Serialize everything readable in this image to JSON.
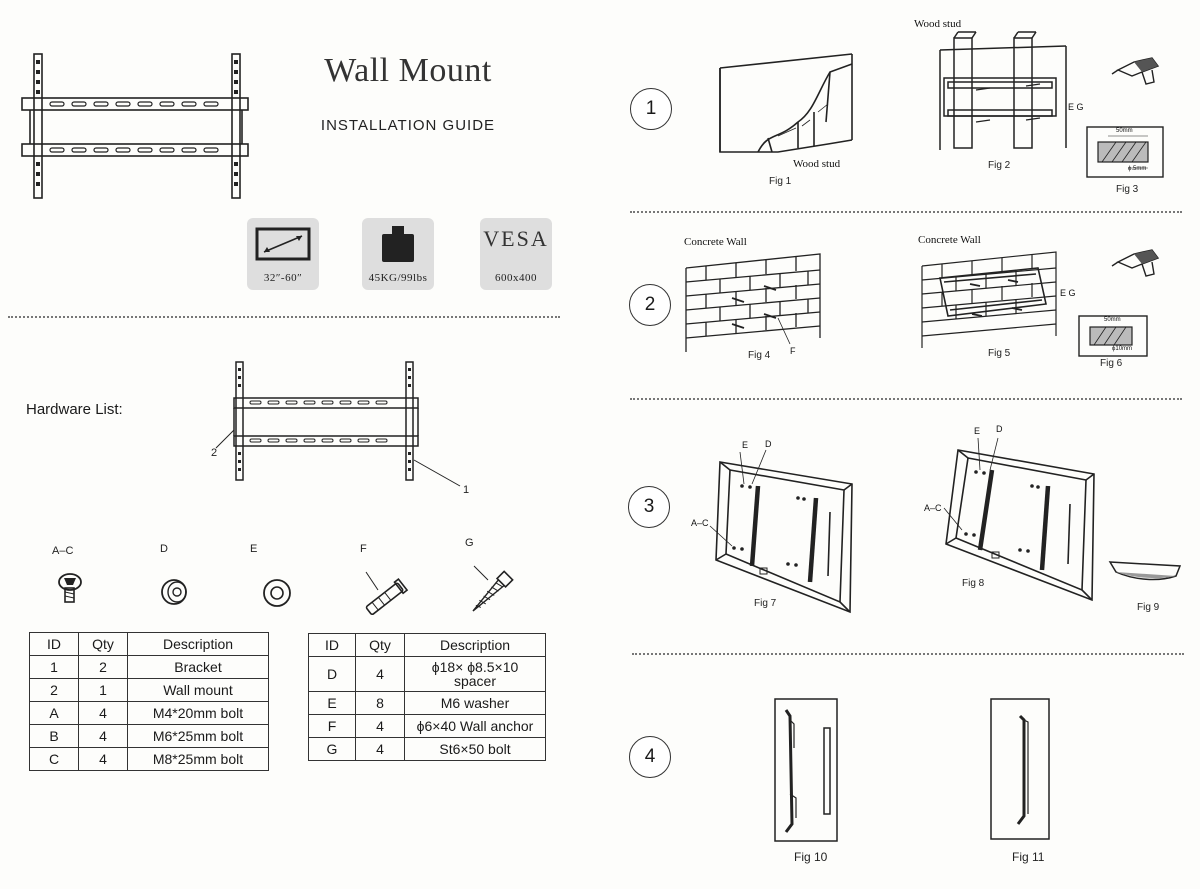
{
  "header": {
    "title": "Wall Mount",
    "subtitle": "INSTALLATION GUIDE"
  },
  "specs": {
    "size": "32″-60″",
    "load": "45KG/99lbs",
    "vesa_word": "VESA",
    "vesa_value": "600x400"
  },
  "hardware": {
    "title": "Hardware List:",
    "callouts": {
      "wall_mount": "2",
      "bracket": "1"
    },
    "parts": [
      {
        "id": "A–C"
      },
      {
        "id": "D"
      },
      {
        "id": "E"
      },
      {
        "id": "F"
      },
      {
        "id": "G"
      }
    ],
    "table1": {
      "headers": [
        "ID",
        "Qty",
        "Description"
      ],
      "rows": [
        {
          "id": "1",
          "qty": "2",
          "desc": "Bracket"
        },
        {
          "id": "2",
          "qty": "1",
          "desc": "Wall mount"
        },
        {
          "id": "A",
          "qty": "4",
          "desc": "M4*20mm bolt"
        },
        {
          "id": "B",
          "qty": "4",
          "desc": "M6*25mm bolt"
        },
        {
          "id": "C",
          "qty": "4",
          "desc": "M8*25mm bolt"
        }
      ]
    },
    "table2": {
      "headers": [
        "ID",
        "Qty",
        "Description"
      ],
      "rows": [
        {
          "id": "D",
          "qty": "4",
          "desc": "ϕ18× ϕ8.5×10 spacer"
        },
        {
          "id": "E",
          "qty": "8",
          "desc": "M6 washer"
        },
        {
          "id": "F",
          "qty": "4",
          "desc": "ϕ6×40 Wall anchor"
        },
        {
          "id": "G",
          "qty": "4",
          "desc": "St6×50 bolt"
        }
      ]
    }
  },
  "steps": [
    "1",
    "2",
    "3",
    "4"
  ],
  "figures": {
    "fig1": "Fig 1",
    "fig2": "Fig 2",
    "fig3": "Fig 3",
    "fig4": "Fig 4",
    "fig5": "Fig 5",
    "fig6": "Fig 6",
    "fig7": "Fig 7",
    "fig8": "Fig 8",
    "fig9": "Fig 9",
    "fig10": "Fig 10",
    "fig11": "Fig 11"
  },
  "labels": {
    "wood_stud": "Wood stud",
    "concrete_wall": "Concrete Wall",
    "eg": "E G",
    "f": "F",
    "e": "E",
    "d": "D",
    "ac": "A–C",
    "dim_50mm": "50mm",
    "dim_65mm": "ϕ.5mm",
    "dim_610mm": "ϕ10mm"
  },
  "colors": {
    "ink": "#1a1a1a",
    "paper": "#fdfdfb",
    "spec_bg": "#dedede"
  }
}
